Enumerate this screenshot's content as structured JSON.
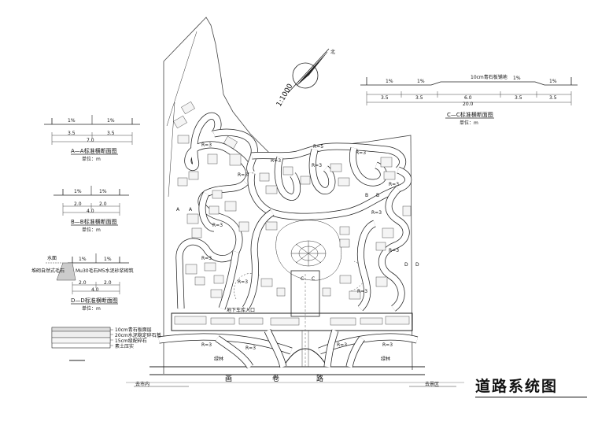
{
  "drawing_title": "道路系统图",
  "scale": "1:1000",
  "north_label": "北",
  "road_name": [
    "画",
    "卷",
    "路"
  ],
  "exit_left": "去市内",
  "exit_right": "去景区",
  "section_aa": {
    "slope_left": "1%",
    "slope_right": "1%",
    "dims": [
      "3.5",
      "3.5"
    ],
    "total": "7.0",
    "title": "A—A标准横断面图",
    "unit": "单位：m"
  },
  "section_bb": {
    "slope_left": "1%",
    "slope_right": "1%",
    "dims": [
      "2.0",
      "2.0"
    ],
    "total": "4.0",
    "title": "B—B标准横断面图",
    "unit": "单位：m"
  },
  "section_dd": {
    "slope_left": "1%",
    "slope_right": "1%",
    "dims": [
      "2.0",
      "2.0"
    ],
    "total": "4.0",
    "label_water": "水面",
    "label_wall": "堆砌自然式毛石",
    "label_mortar": "Mu30毛石M5水泥砂浆砌筑",
    "title": "D—D标准横断面图",
    "unit": "单位：m"
  },
  "section_cc": {
    "slopes": [
      "1%",
      "1%",
      "1%",
      "1%"
    ],
    "top_note": "10cm青石板铺地",
    "dims": [
      "3.5",
      "3.5",
      "6.0",
      "3.5",
      "3.5"
    ],
    "total": "20.0",
    "title": "C—C标准横断面图",
    "unit": "单位：m"
  },
  "pavement_layers": [
    "10cm青石板面层",
    "20cm水泥稳定碎石基",
    "15cm级配碎石",
    "素土压实"
  ],
  "radius_labels": [
    "R=3",
    "R=3",
    "R=3",
    "R=3",
    "R=3",
    "R=3",
    "R=3",
    "R=3",
    "R=3",
    "R=3",
    "R=3",
    "R=3",
    "R=3",
    "R=3",
    "R=3",
    "R=3",
    "R=5"
  ],
  "section_markers": [
    "A",
    "A",
    "B",
    "B",
    "C",
    "C",
    "D",
    "D"
  ],
  "misc_labels": [
    "地下车库入口",
    "绿林",
    "绿林"
  ]
}
